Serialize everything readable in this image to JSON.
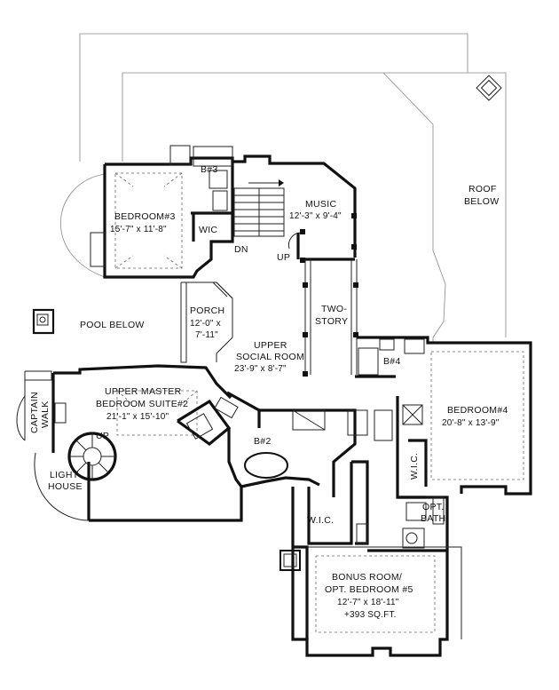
{
  "rooms": {
    "roof_below": {
      "line1": "ROOF",
      "line2": "BELOW"
    },
    "bedroom3": {
      "name": "BEDROOM#3",
      "dims": "15'-7\" x 11'-8\""
    },
    "bath3": {
      "name": "B#3"
    },
    "wic3": {
      "name": "WIC"
    },
    "music": {
      "name": "MUSIC",
      "dims": "12'-3\" x 9'-4\""
    },
    "stair_dn": {
      "name": "DN"
    },
    "stair_up": {
      "name": "UP"
    },
    "pool_below": {
      "name": "POOL BELOW"
    },
    "porch": {
      "name": "PORCH",
      "dims1": "12'-0\" x",
      "dims2": "7'-11\""
    },
    "two_story": {
      "line1": "TWO-",
      "line2": "STORY"
    },
    "upper_social": {
      "line1": "UPPER",
      "line2": "SOCIAL ROOM",
      "dims": "23'-9\" x 8'-7\""
    },
    "bath4": {
      "name": "B#4"
    },
    "bedroom4": {
      "name": "BEDROOM#4",
      "dims": "20'-8\" x 13'-9\""
    },
    "master": {
      "line1": "UPPER MASTER",
      "line2": "BEDROOM SUITE#2",
      "dims": "21'-1\" x 15'-10\""
    },
    "captain_walk": {
      "line1": "CAPTAIN",
      "line2": "WALK"
    },
    "light_house": {
      "line1": "LIGHT",
      "line2": "HOUSE"
    },
    "lighthouse_up": {
      "name": "UP"
    },
    "bath2": {
      "name": "B#2"
    },
    "wic2": {
      "name": "W.I.C."
    },
    "wic4": {
      "name": "W.I.C."
    },
    "opt_bath": {
      "line1": "OPT.",
      "line2": "BATH"
    },
    "bonus": {
      "line1": "BONUS ROOM/",
      "line2": "OPT. BEDROOM #5",
      "dims": "12'-7\" x 18'-11\"",
      "area": "+393 SQ.FT."
    }
  }
}
